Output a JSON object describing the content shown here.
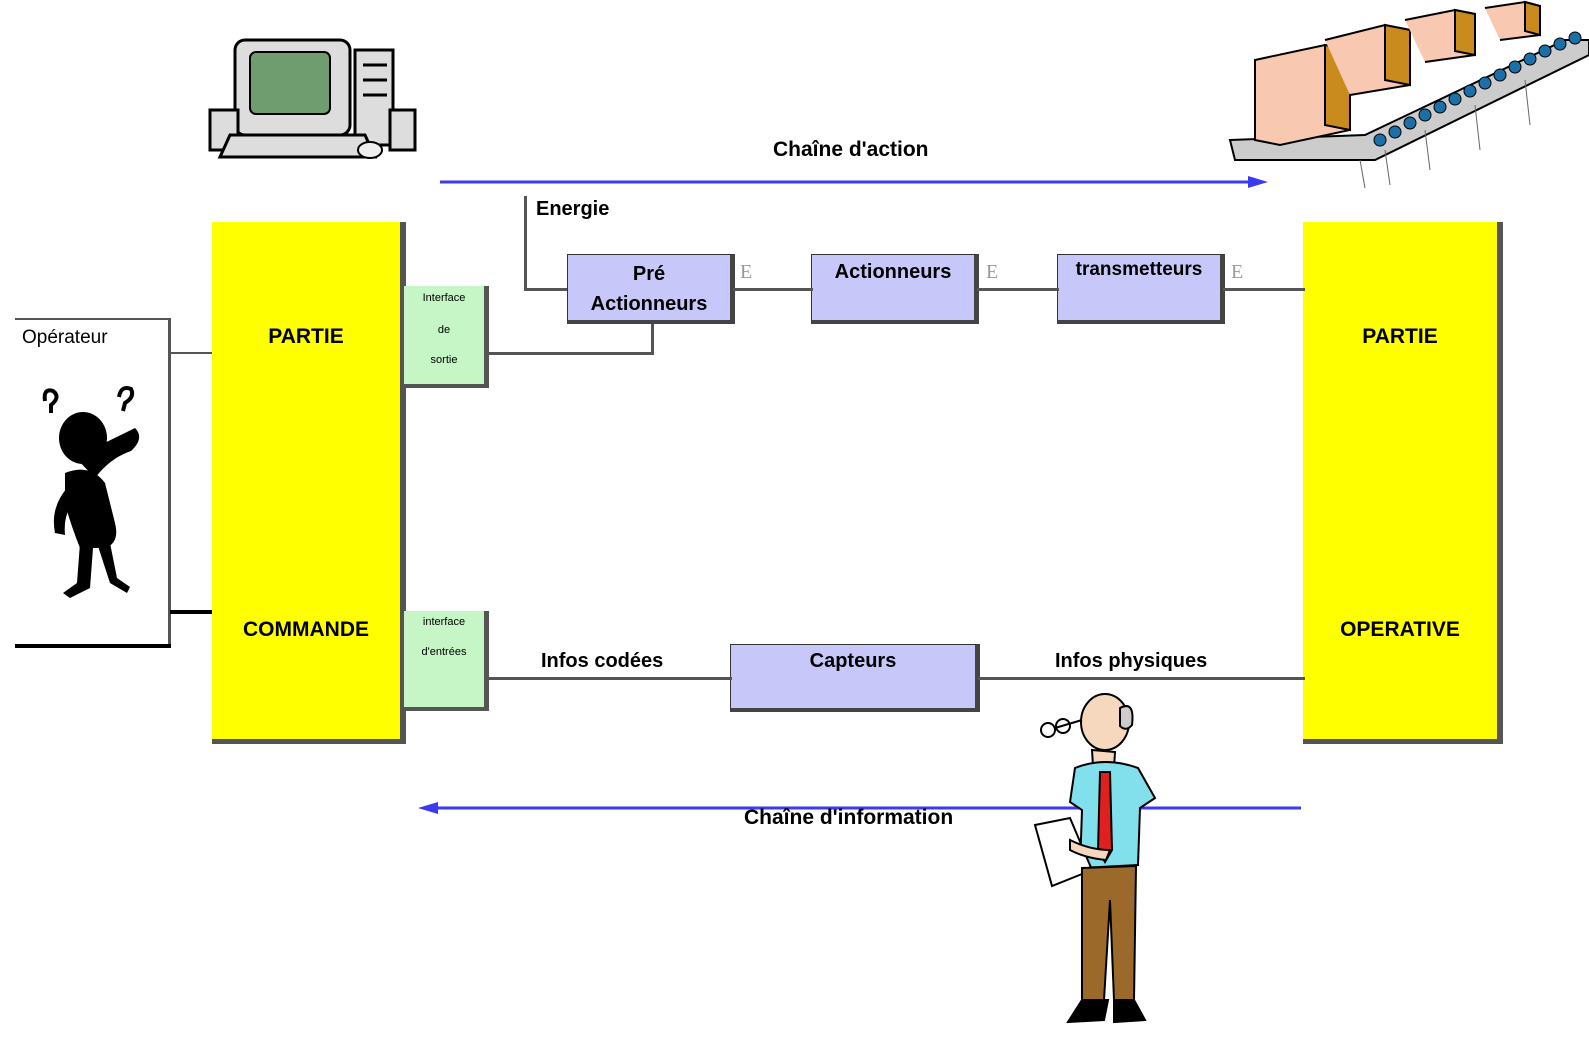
{
  "diagram": {
    "operateur": "Opérateur",
    "partie_commande": {
      "top": "PARTIE",
      "bottom": "COMMANDE"
    },
    "partie_operative": {
      "top": "PARTIE",
      "bottom": "OPERATIVE"
    },
    "interface_sortie": {
      "line1": "Interface",
      "line2": "de",
      "line3": "sortie"
    },
    "interface_entrees": {
      "line1": "interface",
      "line2": "d'entrées"
    },
    "energie": "Energie",
    "pre_actionneurs": {
      "line1": "Pré",
      "line2": "Actionneurs"
    },
    "actionneurs": "Actionneurs",
    "transmetteurs": "transmetteurs",
    "capteurs": "Capteurs",
    "energy_marker": "E",
    "infos_codees": "Infos codées",
    "infos_physiques": "Infos physiques",
    "chaine_action": "Chaîne d'action",
    "chaine_information": "Chaîne d'information"
  },
  "colors": {
    "partie_blocks": "#ffff00",
    "interfaces": "#c6f5c6",
    "components": "#c7c7f9",
    "chain_arrows": "#3a3af0"
  },
  "icons": [
    "computer-icon",
    "conveyor-icon",
    "confused-operator-icon",
    "engineer-icon"
  ]
}
